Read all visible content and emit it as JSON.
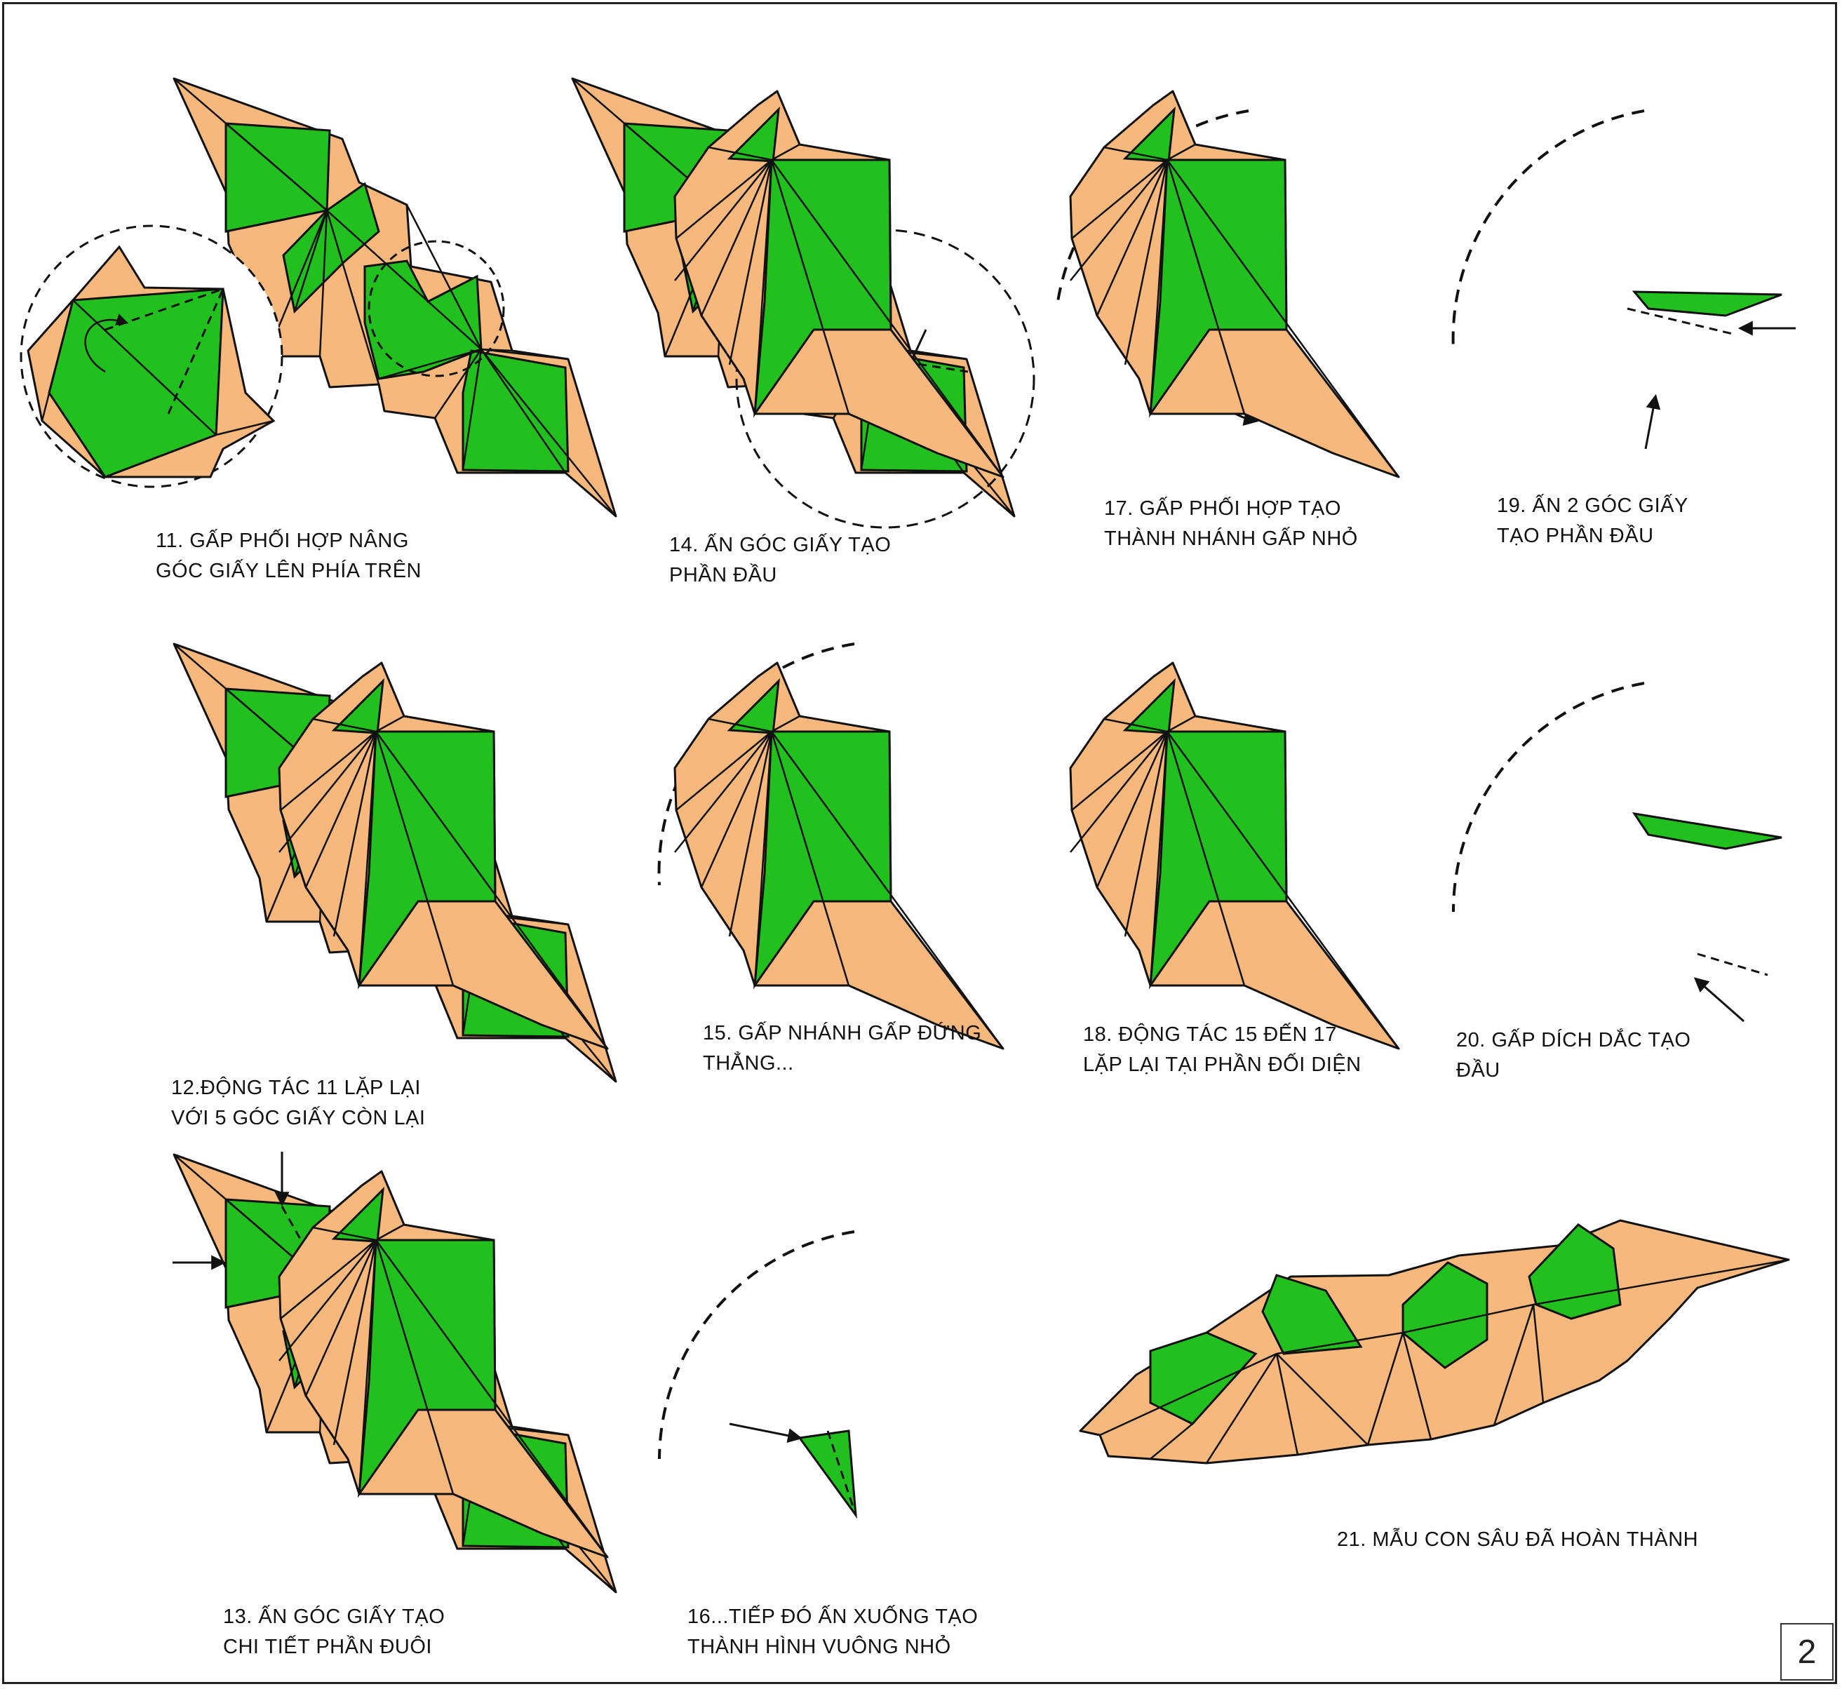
{
  "steps": [
    {
      "id": 11,
      "lines": [
        "11. GẤP PHỐI HỢP NÂNG",
        "GÓC GIẤY LÊN PHÍA TRÊN"
      ]
    },
    {
      "id": 12,
      "lines": [
        "12.ĐỘNG TÁC 11 LẶP LẠI",
        "VỚI 5 GÓC GIẤY CÒN LẠI"
      ]
    },
    {
      "id": 13,
      "lines": [
        "13. ẤN GÓC GIẤY TẠO",
        "CHI TIẾT PHẦN ĐUÔI"
      ]
    },
    {
      "id": 14,
      "lines": [
        "14. ẤN GÓC GIẤY TẠO",
        "PHẦN ĐẦU"
      ]
    },
    {
      "id": 15,
      "lines": [
        "15. GẤP NHÁNH GẤP ĐỨNG",
        "THẲNG..."
      ]
    },
    {
      "id": 16,
      "lines": [
        "16...TIẾP ĐÓ ẤN XUỐNG TẠO",
        "THÀNH HÌNH VUÔNG NHỎ"
      ]
    },
    {
      "id": 17,
      "lines": [
        "17. GẤP PHỐI HỢP TẠO",
        "THÀNH NHÁNH GẤP NHỎ"
      ]
    },
    {
      "id": 18,
      "lines": [
        "18. ĐỘNG TÁC 15 ĐẾN 17",
        "LẶP LẠI TẠI PHẦN ĐỐI DIỆN"
      ]
    },
    {
      "id": 19,
      "lines": [
        "19. ẤN 2 GÓC GIẤY",
        "TẠO PHẦN ĐẦU"
      ]
    },
    {
      "id": 20,
      "lines": [
        "20. GẤP DÍCH DẮC TẠO",
        "ĐẦU"
      ]
    },
    {
      "id": 21,
      "lines": [
        "21. MẪU CON SÂU ĐÃ HOÀN THÀNH"
      ]
    }
  ],
  "page_number": "2",
  "colors": {
    "paper_front": "#22c01e",
    "paper_back": "#f6b87c",
    "line": "#111111"
  }
}
